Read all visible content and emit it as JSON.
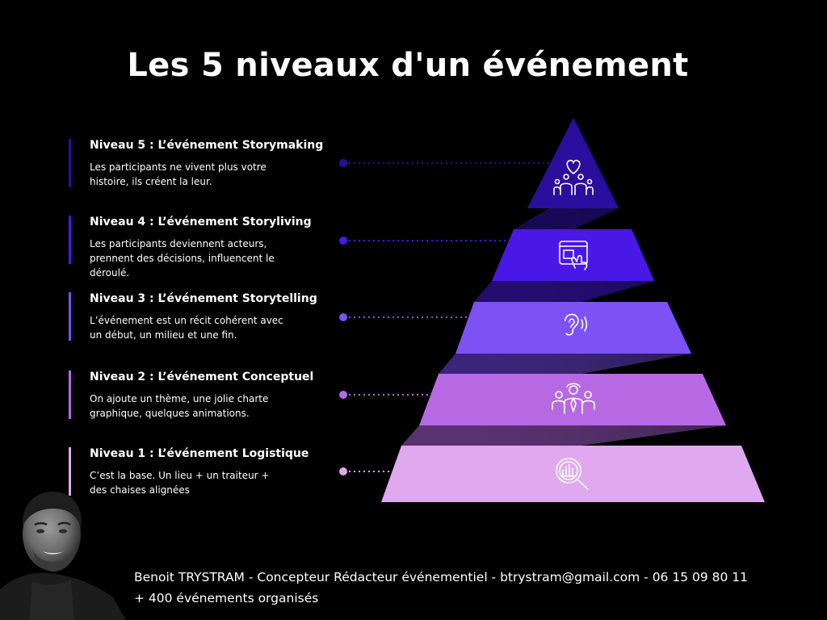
{
  "title": "Les 5 niveaux d'un événement",
  "levels": [
    {
      "title": "Niveau 5 : L’événement Storymaking",
      "desc": "Les participants ne vivent plus votre histoire, ils créent la leur.",
      "icon": "heart-people-icon",
      "color": "#2a0f9e"
    },
    {
      "title": "Niveau 4 : L’événement Storyliving",
      "desc": "Les participants deviennent acteurs, prennent des décisions, influencent le déroulé.",
      "icon": "touch-screen-icon",
      "color": "#4a18e6"
    },
    {
      "title": "Niveau 3 : L’événement Storytelling",
      "desc": "L’événement est un récit cohérent avec un début, un milieu et une fin.",
      "icon": "ear-listening-icon",
      "color": "#7c52f5"
    },
    {
      "title": "Niveau 2 : L’événement Conceptuel",
      "desc": "On ajoute un thème, une jolie charte graphique, quelques animations.",
      "icon": "team-group-icon",
      "color": "#b769e4"
    },
    {
      "title": "Niveau 1 : L’événement Logistique",
      "desc": "C’est la base. Un lieu + un traiteur + des chaises alignées",
      "icon": "magnifier-chart-icon",
      "color": "#e0a8ef"
    }
  ],
  "footer": {
    "line1": "Benoit TRYSTRAM - Concepteur Rédacteur événementiel - btrystram@gmail.com - 06 15 09 80 11",
    "line2": "+ 400 événements organisés"
  }
}
